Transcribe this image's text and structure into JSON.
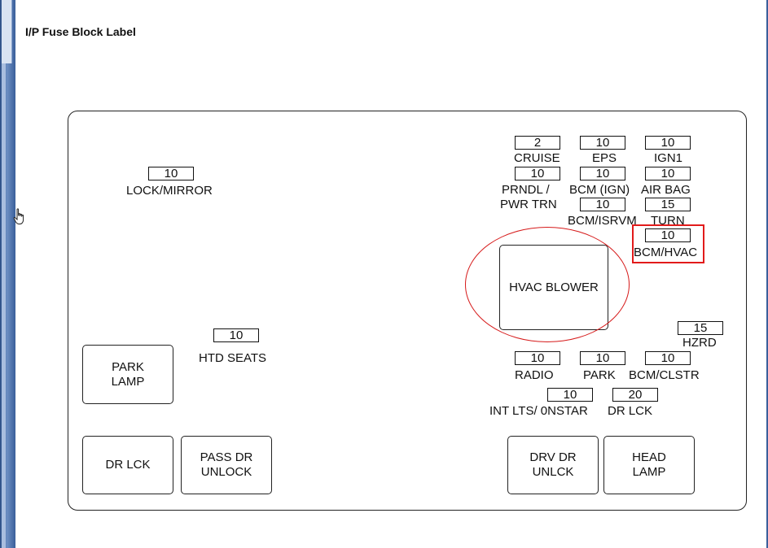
{
  "page": {
    "title": "I/P Fuse Block Label"
  },
  "fuses": {
    "cruise": {
      "rating": "2",
      "label": "CRUISE"
    },
    "eps": {
      "rating": "10",
      "label": "EPS"
    },
    "ign1": {
      "rating": "10",
      "label": "IGN1"
    },
    "prndl": {
      "rating": "10",
      "label_line1": "PRNDL /",
      "label_line2": "PWR TRN"
    },
    "bcm_ign": {
      "rating": "10",
      "label": "BCM (IGN)"
    },
    "air_bag": {
      "rating": "10",
      "label": "AIR BAG"
    },
    "bcm_isrvm": {
      "rating": "10",
      "label": "BCM/ISRVM"
    },
    "turn": {
      "rating": "15",
      "label": "TURN"
    },
    "bcm_hvac": {
      "rating": "10",
      "label": "BCM/HVAC"
    },
    "lock_mirror": {
      "rating": "10",
      "label": "LOCK/MIRROR"
    },
    "htd_seats": {
      "rating": "10",
      "label": "HTD SEATS"
    },
    "hzrd": {
      "rating": "15",
      "label": "HZRD"
    },
    "radio": {
      "rating": "10",
      "label": "RADIO"
    },
    "park": {
      "rating": "10",
      "label": "PARK"
    },
    "bcm_clstr": {
      "rating": "10",
      "label": "BCM/CLSTR"
    },
    "int_lts": {
      "rating": "10",
      "label": "INT LTS/ 0NSTAR"
    },
    "dr_lck_fuse": {
      "rating": "20",
      "label": "DR  LCK"
    }
  },
  "relays": {
    "hvac_blower": "HVAC BLOWER",
    "park_lamp": "PARK\nLAMP",
    "dr_lck": "DR LCK",
    "pass_dr_unlock": "PASS DR\nUNLOCK",
    "drv_dr_unlck": "DRV DR\nUNLCK",
    "head_lamp": "HEAD\nLAMP"
  },
  "highlight_colors": {
    "circle": "#d61a1a",
    "box": "#e21b1b"
  },
  "icons": {
    "cursor": "hand-pointer-icon"
  }
}
